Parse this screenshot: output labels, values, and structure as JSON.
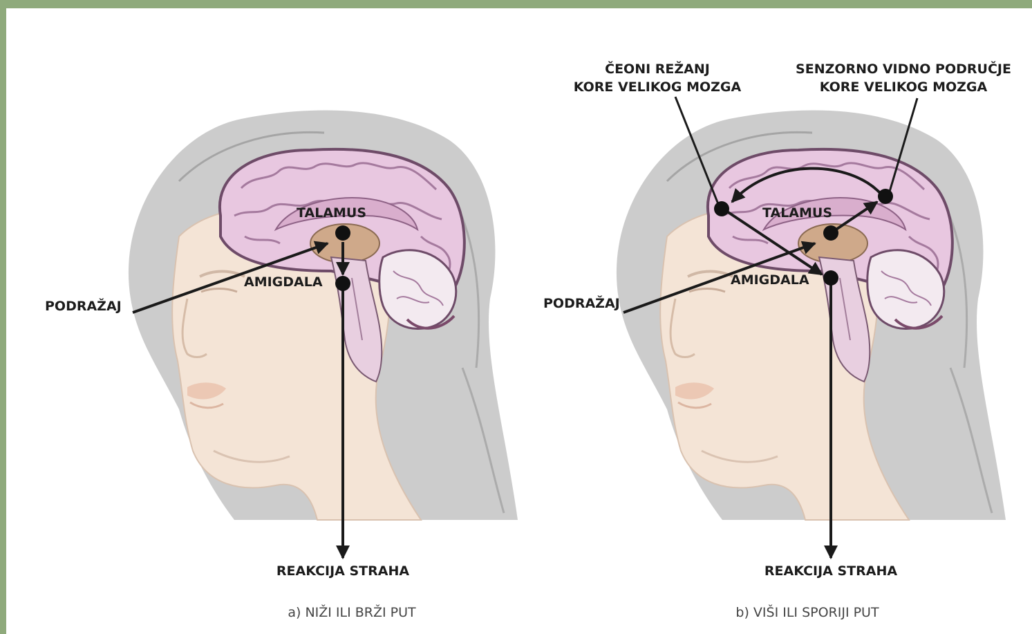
{
  "colors": {
    "page_border": "#8faa7c",
    "hair": "#9a9a9a",
    "skin": "#f4e4d6",
    "skin_outline": "#d9c2b0",
    "lips": "#ecc8b4",
    "cortex": "#e8c7e0",
    "cortex_outline": "#6e4b68",
    "cortex_fold": "#a57a9e",
    "inner_brain": "#d9aecd",
    "deep_structures": "#cfa98a",
    "cerebellum": "#f3eaf0",
    "brainstem": "#e8cfe0",
    "arrow": "#1a1a1a"
  },
  "panels": [
    {
      "caption": "a) NIŽI ILI BRŽI PUT",
      "labels": {
        "talamus": "TALAMUS",
        "amigdala": "AMIGDALA",
        "podrazaj": "PODRAŽAJ",
        "reakcija": "REAKCIJA STRAHA"
      }
    },
    {
      "caption": "b) VIŠI ILI SPORIJI PUT",
      "labels": {
        "talamus": "TALAMUS",
        "amigdala": "AMIGDALA",
        "podrazaj": "PODRAŽAJ",
        "reakcija": "REAKCIJA STRAHA",
        "ceoni_line1": "ČEONI REŽANJ",
        "ceoni_line2": "KORE VELIKOG MOZGA",
        "senzorno_line1": "SENZORNO VIDNO PODRUČJE",
        "senzorno_line2": "KORE VELIKOG MOZGA"
      }
    }
  ]
}
